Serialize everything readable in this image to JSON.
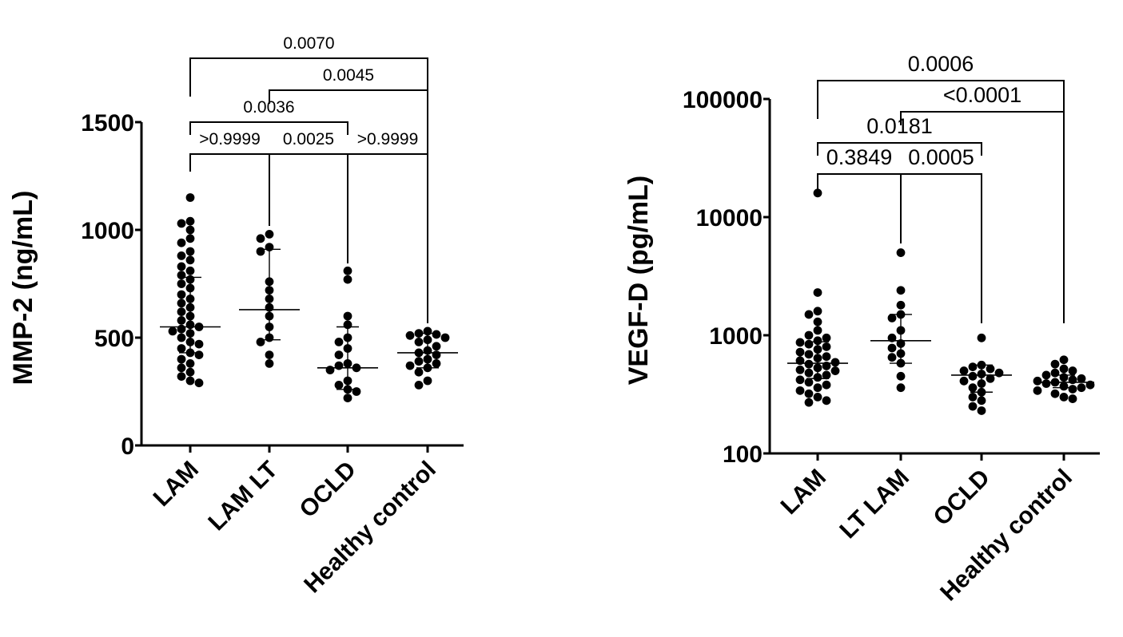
{
  "chart_data": [
    {
      "type": "scatter",
      "ylabel": "MMP-2 (ng/mL)",
      "yscale": "linear",
      "ylim": [
        0,
        1500
      ],
      "yticks": [
        "0",
        "500",
        "1000",
        "1500"
      ],
      "categories": [
        "LAM",
        "LAM LT",
        "OCLD",
        "Healthy control"
      ],
      "groups": [
        {
          "median": 550,
          "q1": 430,
          "q3": 780,
          "values": [
            1150,
            1040,
            1030,
            1000,
            960,
            940,
            900,
            880,
            860,
            830,
            810,
            790,
            770,
            750,
            730,
            700,
            680,
            660,
            640,
            620,
            600,
            580,
            560,
            550,
            540,
            530,
            520,
            500,
            480,
            470,
            450,
            430,
            420,
            400,
            380,
            360,
            340,
            320,
            300,
            290
          ]
        },
        {
          "median": 630,
          "q1": 490,
          "q3": 910,
          "values": [
            980,
            960,
            920,
            900,
            760,
            720,
            680,
            640,
            600,
            550,
            500,
            480,
            420,
            380
          ]
        },
        {
          "median": 360,
          "q1": 260,
          "q3": 550,
          "values": [
            810,
            770,
            600,
            560,
            500,
            480,
            450,
            420,
            380,
            370,
            360,
            350,
            300,
            280,
            260,
            250,
            220
          ]
        },
        {
          "median": 430,
          "q1": 360,
          "q3": 520,
          "values": [
            530,
            520,
            515,
            510,
            500,
            490,
            480,
            460,
            440,
            430,
            420,
            400,
            390,
            380,
            370,
            360,
            340,
            300,
            280
          ]
        }
      ],
      "comparisons": [
        {
          "from": 0,
          "to": 1,
          "label": ">0.9999",
          "level": 0
        },
        {
          "from": 1,
          "to": 2,
          "label": "0.0025",
          "level": 0
        },
        {
          "from": 2,
          "to": 3,
          "label": ">0.9999",
          "level": 0
        },
        {
          "from": 0,
          "to": 2,
          "label": "0.0036",
          "level": 1
        },
        {
          "from": 1,
          "to": 3,
          "label": "0.0045",
          "level": 2
        },
        {
          "from": 0,
          "to": 3,
          "label": "0.0070",
          "level": 3
        }
      ]
    },
    {
      "type": "scatter",
      "ylabel": "VEGF-D (pg/mL)",
      "yscale": "log",
      "ylim": [
        100,
        100000
      ],
      "yticks": [
        "100",
        "1000",
        "10000",
        "100000"
      ],
      "categories": [
        "LAM",
        "LT LAM",
        "OCLD",
        "Healthy control"
      ],
      "groups": [
        {
          "median": 580,
          "q1": 430,
          "q3": 880,
          "values": [
            16000,
            2300,
            1600,
            1500,
            1300,
            1100,
            1000,
            950,
            900,
            870,
            840,
            800,
            760,
            720,
            690,
            660,
            640,
            610,
            590,
            570,
            550,
            530,
            510,
            500,
            480,
            460,
            440,
            420,
            400,
            380,
            360,
            340,
            320,
            300,
            280,
            270
          ]
        },
        {
          "median": 900,
          "q1": 580,
          "q3": 1500,
          "values": [
            5000,
            2400,
            1800,
            1500,
            1400,
            1100,
            950,
            850,
            780,
            700,
            650,
            580,
            450,
            360
          ]
        },
        {
          "median": 460,
          "q1": 330,
          "q3": 560,
          "values": [
            950,
            560,
            540,
            520,
            500,
            480,
            470,
            450,
            430,
            410,
            390,
            360,
            330,
            300,
            280,
            250,
            230
          ]
        },
        {
          "median": 400,
          "q1": 360,
          "q3": 460,
          "values": [
            620,
            570,
            520,
            500,
            480,
            460,
            440,
            430,
            420,
            410,
            400,
            390,
            380,
            370,
            360,
            350,
            340,
            320,
            300,
            290
          ]
        }
      ],
      "comparisons": [
        {
          "from": 0,
          "to": 1,
          "label": "0.3849",
          "level": 0
        },
        {
          "from": 1,
          "to": 2,
          "label": "0.0005",
          "level": 0
        },
        {
          "from": 0,
          "to": 2,
          "label": "0.0181",
          "level": 1
        },
        {
          "from": 1,
          "to": 3,
          "label": "<0.0001",
          "level": 2
        },
        {
          "from": 0,
          "to": 3,
          "label": "0.0006",
          "level": 3
        }
      ]
    }
  ]
}
